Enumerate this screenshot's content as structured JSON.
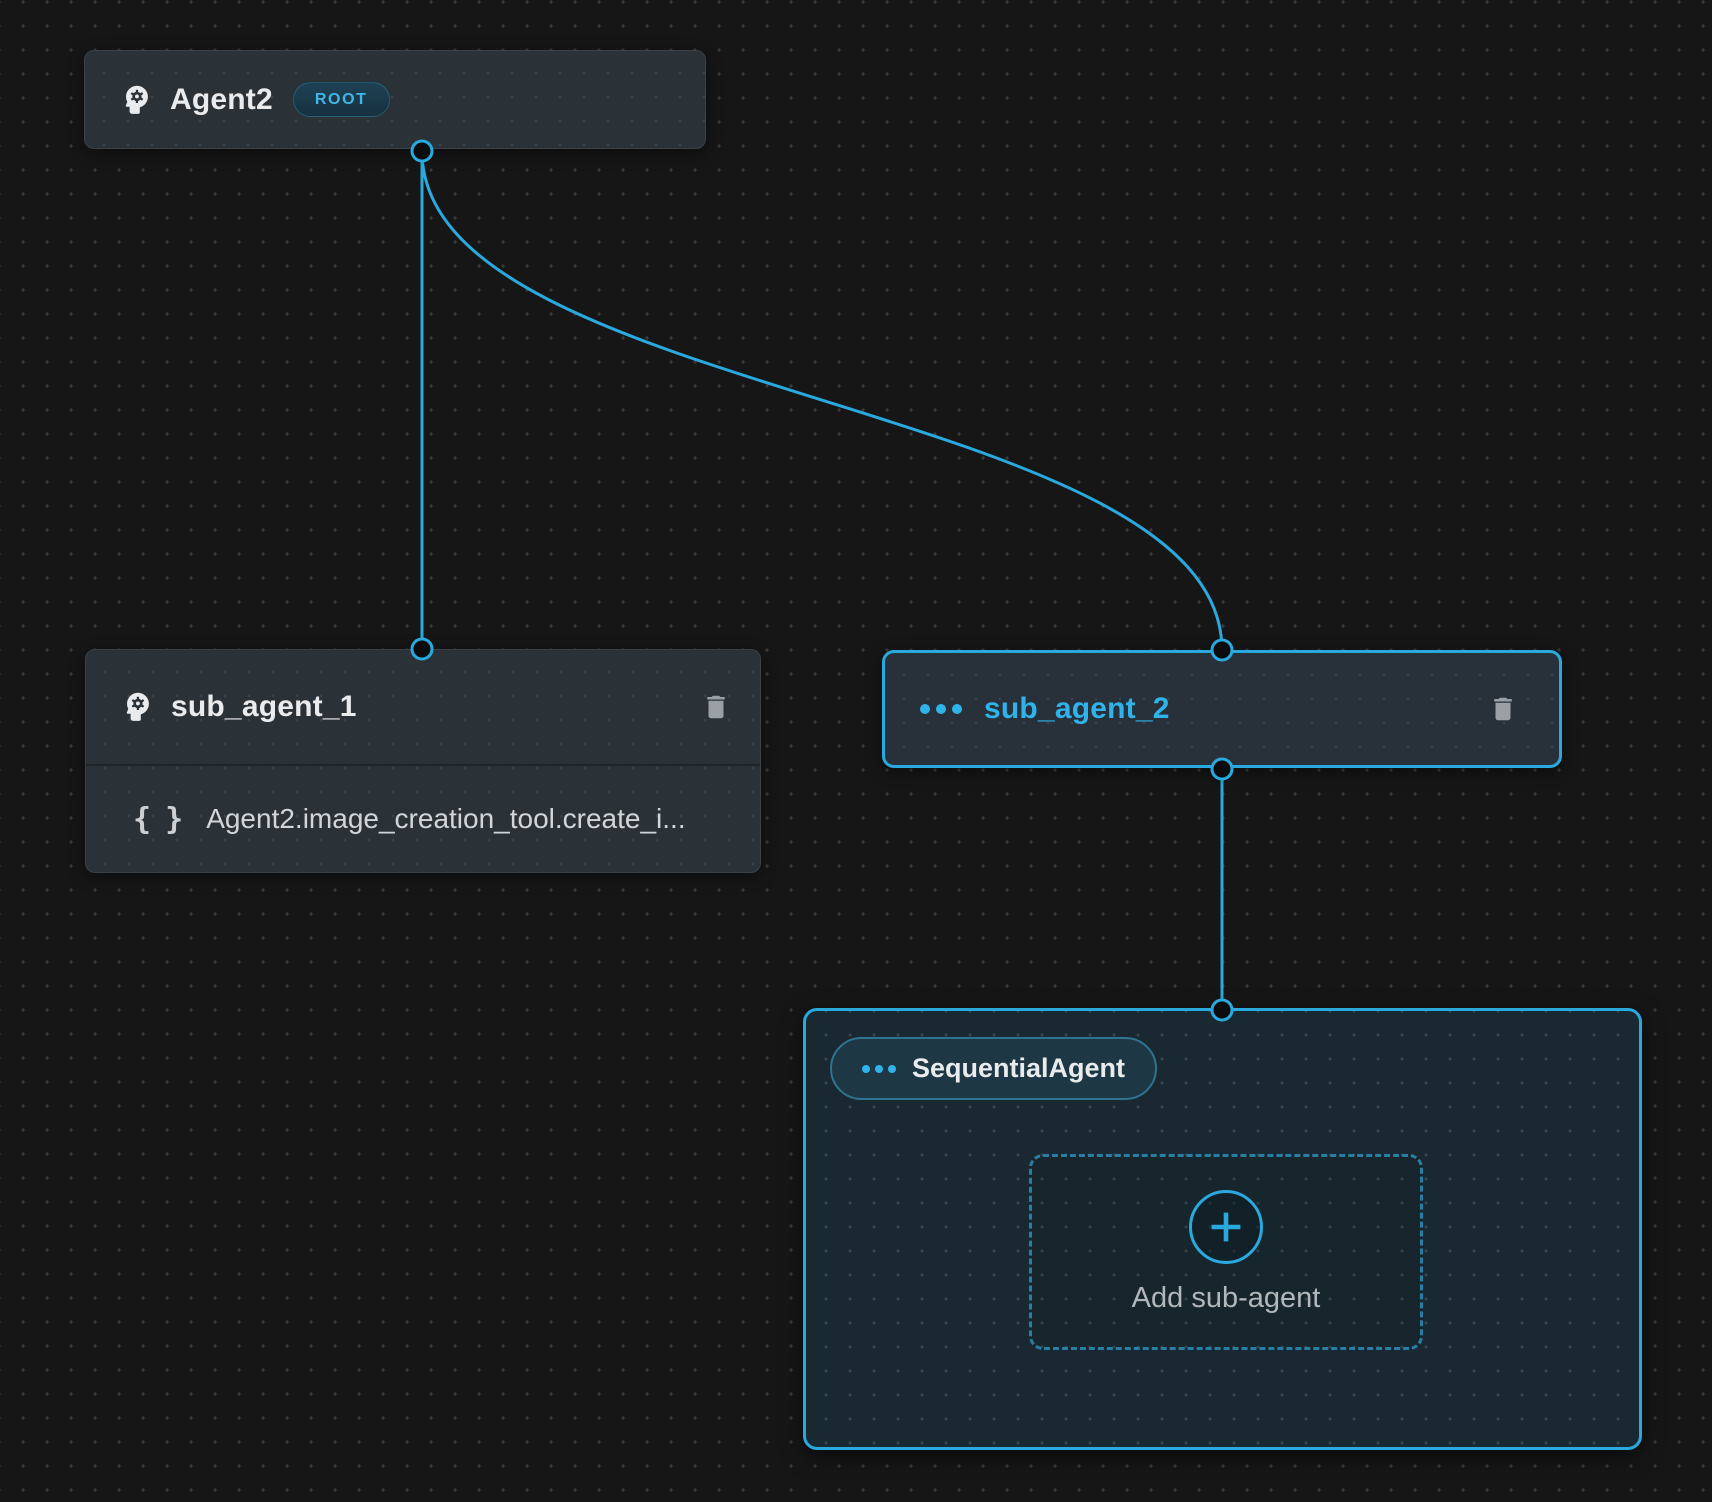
{
  "colors": {
    "accent": "#2AA9DE",
    "canvas_bg": "#161616",
    "canvas_dot": "#3A3A3A",
    "node_bg": "#2B3237",
    "node_border": "#3A4147",
    "node_text": "#E9EBED",
    "selected_node_bg": "#28313A",
    "selected_text": "#2FB3EA",
    "muted_text": "#B2B7BB",
    "tool_text": "#D3D6D9",
    "icon_gray": "#9AA0A6",
    "container_bg": "#1A2931",
    "badge_text": "#41B7E9",
    "chip_bg": "#1D3745",
    "chip_border": "#2F7391",
    "dashed_border": "#2B7EA3",
    "handle_fill": "#0A0C0E",
    "divider": "#1F2428"
  },
  "nodes": {
    "agent2": {
      "title": "Agent2",
      "badge": "ROOT"
    },
    "sub_agent_1": {
      "title": "sub_agent_1",
      "tool_ref": "Agent2.image_creation_tool.create_i..."
    },
    "sub_agent_2": {
      "title": "sub_agent_2"
    },
    "sequential_agent": {
      "type_label": "SequentialAgent",
      "add_sub_agent_label": "Add sub-agent"
    }
  },
  "icons": {
    "braces": "{ }"
  }
}
